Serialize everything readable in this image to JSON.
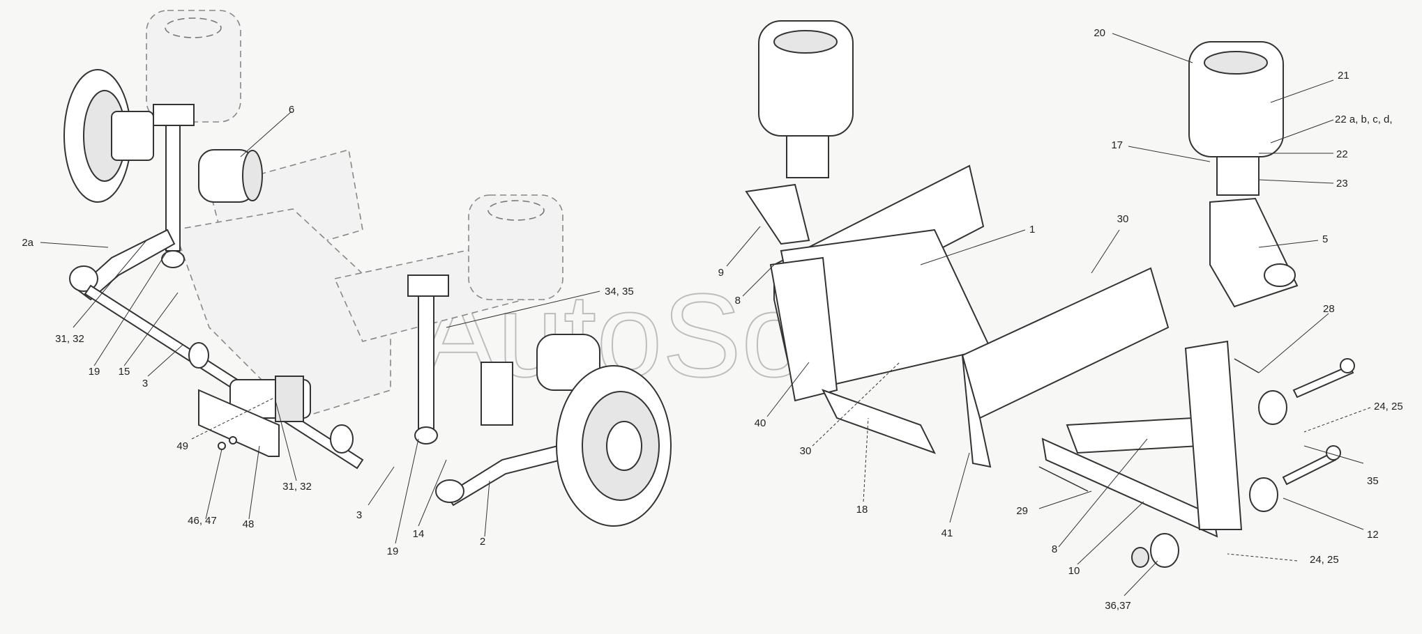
{
  "watermark": "AutoSoft",
  "labels": [
    {
      "id": "l-20",
      "text": "20"
    },
    {
      "id": "l-21",
      "text": "21"
    },
    {
      "id": "l-22abcd",
      "text": "22 a, b, c, d,"
    },
    {
      "id": "l-17",
      "text": "17"
    },
    {
      "id": "l-22",
      "text": "22"
    },
    {
      "id": "l-23",
      "text": "23"
    },
    {
      "id": "l-5",
      "text": "5"
    },
    {
      "id": "l-30a",
      "text": "30"
    },
    {
      "id": "l-1",
      "text": "1"
    },
    {
      "id": "l-9",
      "text": "9"
    },
    {
      "id": "l-8a",
      "text": "8"
    },
    {
      "id": "l-40",
      "text": "40"
    },
    {
      "id": "l-30b",
      "text": "30"
    },
    {
      "id": "l-18",
      "text": "18"
    },
    {
      "id": "l-41",
      "text": "41"
    },
    {
      "id": "l-28",
      "text": "28"
    },
    {
      "id": "l-2425a",
      "text": "24, 25"
    },
    {
      "id": "l-35",
      "text": "35"
    },
    {
      "id": "l-12",
      "text": "12"
    },
    {
      "id": "l-2425b",
      "text": "24, 25"
    },
    {
      "id": "l-29",
      "text": "29"
    },
    {
      "id": "l-8b",
      "text": "8"
    },
    {
      "id": "l-10",
      "text": "10"
    },
    {
      "id": "l-3637",
      "text": "36,37"
    },
    {
      "id": "l-6",
      "text": "6"
    },
    {
      "id": "l-2a",
      "text": "2a"
    },
    {
      "id": "l-3132a",
      "text": "31, 32"
    },
    {
      "id": "l-19a",
      "text": "19"
    },
    {
      "id": "l-15",
      "text": "15"
    },
    {
      "id": "l-3a",
      "text": "3"
    },
    {
      "id": "l-3435",
      "text": "34, 35"
    },
    {
      "id": "l-49",
      "text": "49"
    },
    {
      "id": "l-4647",
      "text": "46, 47"
    },
    {
      "id": "l-48",
      "text": "48"
    },
    {
      "id": "l-3132b",
      "text": "31, 32"
    },
    {
      "id": "l-3b",
      "text": "3"
    },
    {
      "id": "l-19b",
      "text": "19"
    },
    {
      "id": "l-14",
      "text": "14"
    },
    {
      "id": "l-2",
      "text": "2"
    }
  ]
}
